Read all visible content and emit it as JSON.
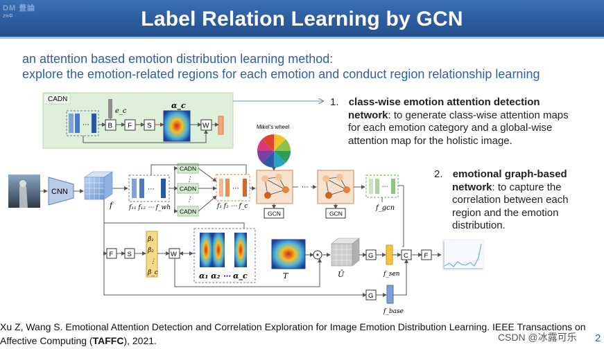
{
  "header": {
    "title": "Label Relation Learning by GCN",
    "logo": "DM 豊論",
    "logo_sub": "2%中"
  },
  "intro": {
    "line1": "an attention based emotion distribution learning method:",
    "line2": "explore the emotion-related regions for each emotion and conduct region relationship learning"
  },
  "points": [
    {
      "num": "1.",
      "bold_1": "class-wise emotion attention detection",
      "bold_2": "network",
      "rest_1": ":  to generate class-wise attention maps",
      "rest_2": "for each emotion category and a global-wise",
      "rest_3": "attention map for the holistic image."
    },
    {
      "num": "2.",
      "bold_1": "emotional graph-based",
      "bold_2": "network",
      "rest_1": ":  to capture the",
      "rest_2": "correlation between each",
      "rest_3": "region and the emotion",
      "rest_4": "distribution."
    }
  ],
  "diagram": {
    "cadn_box": "CADN",
    "cadn": "CADN",
    "cnn": "CNN",
    "gcn": "GCN",
    "mikel": "Mikel's wheel",
    "blocks": {
      "b": "B",
      "f": "F",
      "s": "S",
      "w": "W",
      "g": "G",
      "c": "C"
    },
    "labels": {
      "ec": "e_c",
      "alpha_c": "α_c",
      "f": "f",
      "f_seq": "f₁₁ f₁₂ ⋯ f_wh",
      "f_cls": "f₁ f₂ ⋯ f_c",
      "f_gcn": "f_gcn",
      "T": "T",
      "U": "Ū",
      "f_sen": "f_sen",
      "f_base": "f_base",
      "alphas": "α₁  α₂  ⋯  α_c",
      "b1": "β₁",
      "b2": "β₂",
      "bdots": "⋮",
      "bc": "β_c",
      "dots": "⋯",
      "vdots": "⋮"
    }
  },
  "citation": {
    "line1": "Xu Z, Wang S. Emotional Attention Detection and Correlation Exploration for Image Emotion Distribution Learning. IEEE Transactions on",
    "line2_pre": "Affective Computing (",
    "line2_bold": "TAFFC",
    "line2_post": "), 2021."
  },
  "watermark": "CSDN @冰露可乐",
  "page_number": "2",
  "colors": {
    "title_bg": "#2d5c9f",
    "accent_blue": "#2e5ea8",
    "cadn_green": "#d6ecd2",
    "orange": "#e2823a",
    "graph_orange": "#f3d2b4"
  }
}
